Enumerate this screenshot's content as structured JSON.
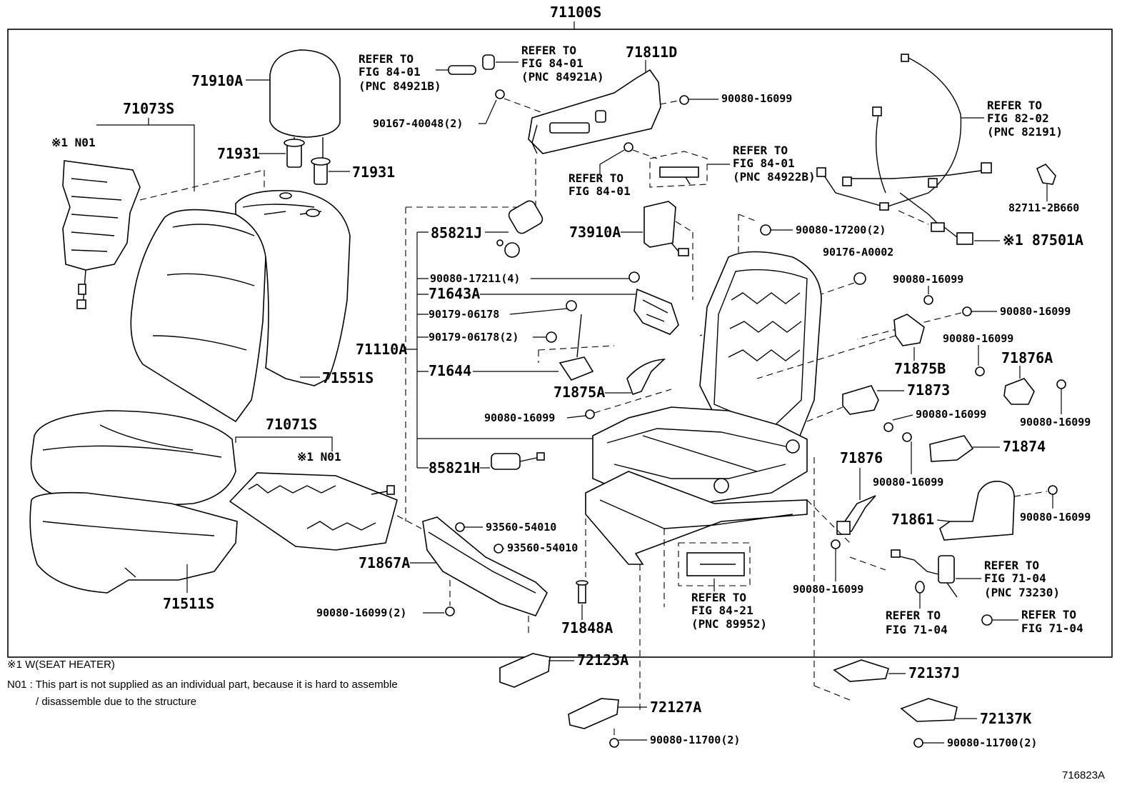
{
  "assembly": "71100S",
  "diagram_id": "716823A",
  "parts": {
    "p71910A": "71910A",
    "p71073S": "71073S",
    "note_n01_a": "※1 N01",
    "p71931_a": "71931",
    "p71931_b": "71931",
    "p71551S": "71551S",
    "p71071S": "71071S",
    "note_n01_b": "※1 N01",
    "p71511S": "71511S",
    "p71110A": "71110A",
    "p85821J": "85821J",
    "p90080_17211": "90080-17211(4)",
    "p71643A": "71643A",
    "p90179_06178_a": "90179-06178",
    "p90179_06178_b": "90179-06178(2)",
    "p71644": "71644",
    "p85821H": "85821H",
    "p71867A": "71867A",
    "p93560_a": "93560-54010",
    "p93560_b": "93560-54010",
    "p90080_16099_2": "90080-16099(2)",
    "p71848A": "71848A",
    "p71811D": "71811D",
    "p90080_16099_top": "90080-16099",
    "p90167_40048": "90167-40048(2)",
    "p73910A": "73910A",
    "p90080_17200": "90080-17200(2)",
    "p90176_A0002": "90176-A0002",
    "p90080_16099_r1": "90080-16099",
    "p90080_16099_r2": "90080-16099",
    "p90080_16099_r3": "90080-16099",
    "p71876A": "71876A",
    "p71875B": "71875B",
    "p90080_16099_r4": "90080-16099",
    "p71875A": "71875A",
    "p90080_16099_c": "90080-16099",
    "p71873": "71873",
    "p90080_16099_r5": "90080-16099",
    "p71874": "71874",
    "p71876": "71876",
    "p90080_16099_r6": "90080-16099",
    "p90080_16099_r7": "90080-16099",
    "p71861": "71861",
    "p90080_16099_r8": "90080-16099",
    "p82711": "82711-2B660",
    "p87501A": "※1 87501A",
    "p72123A": "72123A",
    "p72127A": "72127A",
    "p90080_11700_a": "90080-11700(2)",
    "p72137J": "72137J",
    "p72137K": "72137K",
    "p90080_11700_b": "90080-11700(2)"
  },
  "refs": {
    "r1": [
      "REFER TO",
      "FIG 84-01",
      "(PNC 84921B)"
    ],
    "r2": [
      "REFER TO",
      "FIG 84-01",
      "(PNC 84921A)"
    ],
    "r3": [
      "REFER TO",
      "FIG 84-01"
    ],
    "r4": [
      "REFER TO",
      "FIG 84-01",
      "(PNC 84922B)"
    ],
    "r5": [
      "REFER TO",
      "FIG 82-02",
      "(PNC 82191)"
    ],
    "r6": [
      "REFER TO",
      "FIG 84-21",
      "(PNC 89952)"
    ],
    "r7": [
      "REFER TO",
      "FIG 71-04",
      "(PNC 73230)"
    ],
    "r8": [
      "REFER TO",
      "FIG 71-04"
    ],
    "r9": [
      "REFER TO",
      "FIG 71-04"
    ]
  },
  "footnotes": {
    "f1": "※1   W(SEAT HEATER)",
    "f2": "N01 : This part is not supplied as an individual part, because it is hard to assemble",
    "f3": "/ disassemble due to the structure"
  }
}
